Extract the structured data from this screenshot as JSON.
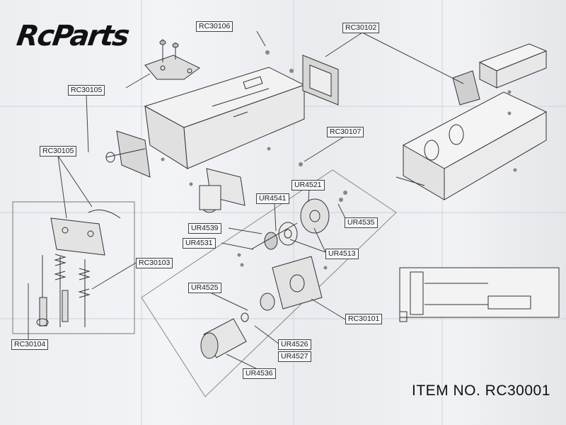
{
  "brand": "RcParts",
  "item_number": "ITEM NO. RC30001",
  "labels": {
    "rc30106": "RC30106",
    "rc30102": "RC30102",
    "rc30105a": "RC30105",
    "rc30105b": "RC30105",
    "rc30107": "RC30107",
    "ur4521": "UR4521",
    "ur4541": "UR4541",
    "ur4535": "UR4535",
    "ur4539": "UR4539",
    "ur4531": "UR4531",
    "ur4513": "UR4513",
    "rc30103": "RC30103",
    "ur4525": "UR4525",
    "rc30101": "RC30101",
    "ur4526": "UR4526",
    "ur4527": "UR4527",
    "ur4536": "UR4536",
    "rc30104": "RC30104"
  }
}
